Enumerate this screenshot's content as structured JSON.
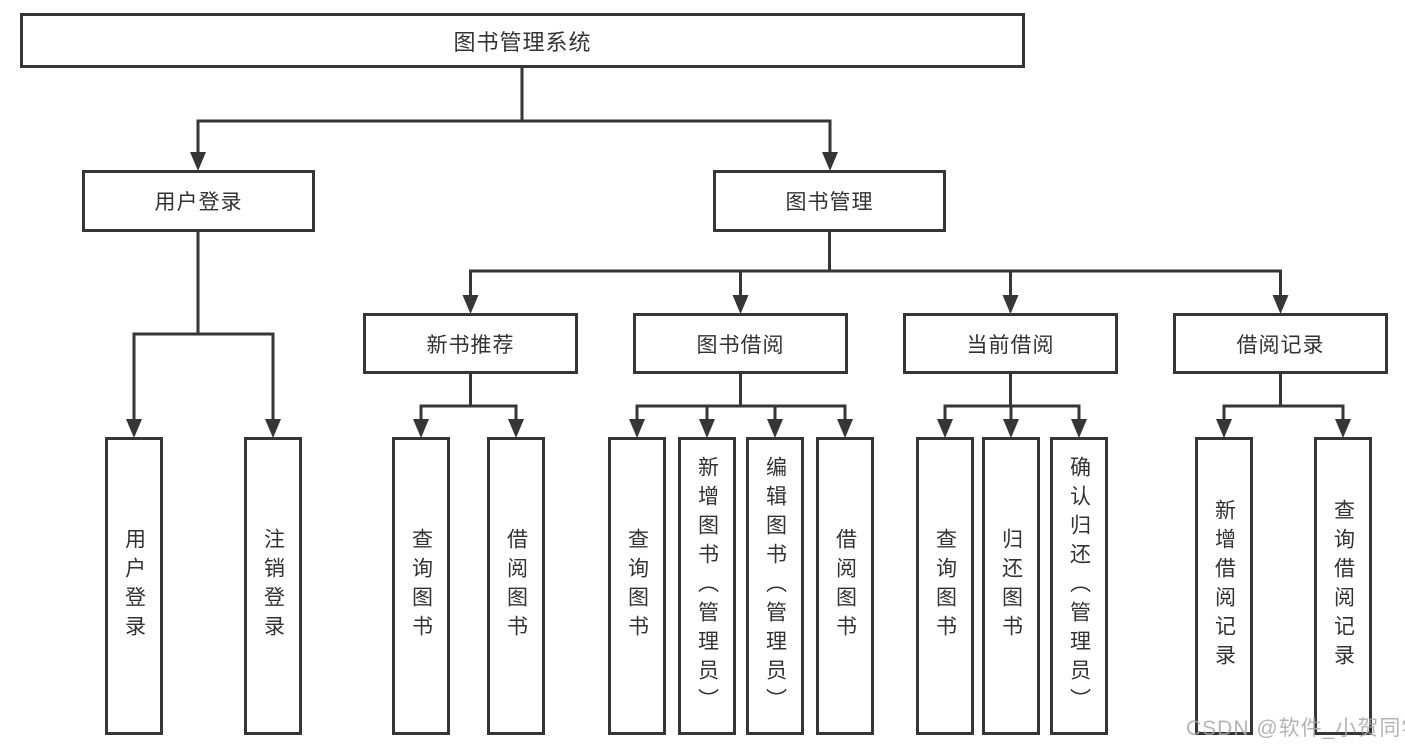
{
  "tree": {
    "root": {
      "label": "图书管理系统"
    },
    "branches": [
      {
        "label": "用户登录",
        "children": [
          {
            "label": "用户登录"
          },
          {
            "label": "注销登录"
          }
        ]
      },
      {
        "label": "图书管理",
        "children": [
          {
            "label": "新书推荐",
            "children": [
              {
                "label": "查询图书"
              },
              {
                "label": "借阅图书"
              }
            ]
          },
          {
            "label": "图书借阅",
            "children": [
              {
                "label": "查询图书"
              },
              {
                "label": "新增图书（管理员）"
              },
              {
                "label": "编辑图书（管理员）"
              },
              {
                "label": "借阅图书"
              }
            ]
          },
          {
            "label": "当前借阅",
            "children": [
              {
                "label": "查询图书"
              },
              {
                "label": "归还图书"
              },
              {
                "label": "确认归还（管理员）"
              }
            ]
          },
          {
            "label": "借阅记录",
            "children": [
              {
                "label": "新增借阅记录"
              },
              {
                "label": "查询借阅记录"
              }
            ]
          }
        ]
      }
    ]
  },
  "watermark": {
    "text": "CSDN @软件_小贺同学"
  },
  "colors": {
    "line": "#363636",
    "box_border": "#363636",
    "text": "#333333",
    "background": "#ffffff",
    "watermark": "#a8a8a8"
  }
}
